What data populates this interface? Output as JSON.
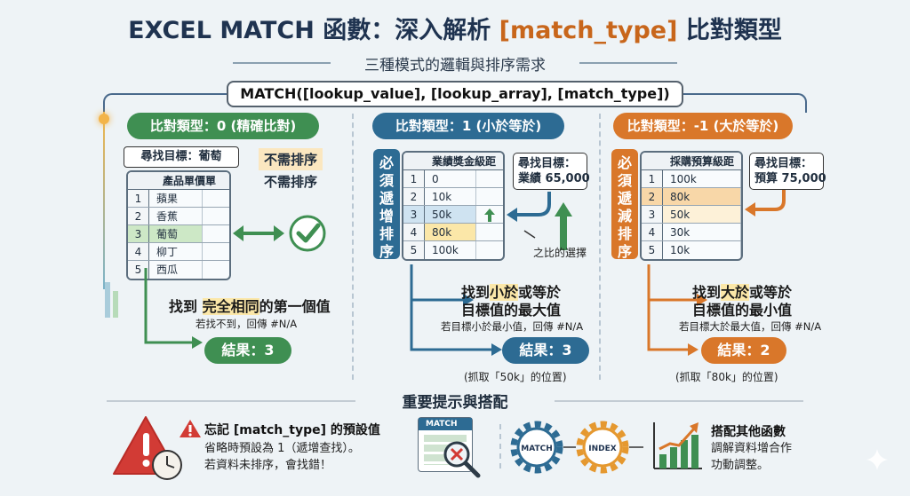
{
  "header": {
    "title_prefix": "EXCEL MATCH 函數：深入解析 ",
    "title_highlight": "[match_type]",
    "title_suffix": " 比對類型",
    "subtitle": "三種模式的邏輯與排序需求",
    "syntax": "MATCH([lookup_value], [lookup_array], [match_type])"
  },
  "columns": [
    {
      "label": "比對類型：0 (精確比對)",
      "lookup_label": "尋找目標：葡萄",
      "sort_note_1": "不需排序",
      "sort_note_2": "不需排序",
      "table_header": "產品單價單",
      "rows": [
        {
          "index": "1",
          "value": "蘋果"
        },
        {
          "index": "2",
          "value": "香蕉"
        },
        {
          "index": "3",
          "value": "葡萄"
        },
        {
          "index": "4",
          "value": "柳丁"
        },
        {
          "index": "5",
          "value": "西瓜"
        }
      ],
      "find_prefix": "找到 ",
      "find_highlight": "完全相同",
      "find_suffix": "的第一個值",
      "note": "若找不到，回傳 #N/A",
      "result": "結果：3",
      "accent": "#3f8f52"
    },
    {
      "label": "比對類型：1 (小於等於)",
      "vertical": "必須遞增排序",
      "lookup_label_1": "尋找目標：",
      "lookup_label_2": "業績 65,000",
      "table_header": "業績獎金級距",
      "rows": [
        {
          "index": "1",
          "value": "0"
        },
        {
          "index": "2",
          "value": "10k"
        },
        {
          "index": "3",
          "value": "50k"
        },
        {
          "index": "4",
          "value": "80k"
        },
        {
          "index": "5",
          "value": "100k"
        }
      ],
      "pick_note": "之比的選擇",
      "find_line1_prefix": "找到",
      "find_line1_highlight": "小於",
      "find_line1_suffix": "或等於",
      "find_line2": "目標值的最大值",
      "note": "若目標小於最小值，回傳 #N/A",
      "result": "結果：3",
      "caption": "(抓取「50k」的位置)",
      "accent": "#2d6b93"
    },
    {
      "label": "比對類型：-1 (大於等於)",
      "vertical": "必須遞減排序",
      "lookup_label_1": "尋找目標：",
      "lookup_label_2": "預算 75,000",
      "table_header": "採購預算級距",
      "rows": [
        {
          "index": "1",
          "value": "100k"
        },
        {
          "index": "2",
          "value": "80k"
        },
        {
          "index": "3",
          "value": "50k"
        },
        {
          "index": "4",
          "value": "30k"
        },
        {
          "index": "5",
          "value": "10k"
        }
      ],
      "find_line1_prefix": "找到",
      "find_line1_highlight": "大於",
      "find_line1_suffix": "或等於",
      "find_line2": "目標值的最小值",
      "note": "若目標大於最大值，回傳 #N/A",
      "result": "結果：2",
      "caption": "(抓取「80k」的位置)",
      "accent": "#d9772a"
    }
  ],
  "tips": {
    "title": "重要提示與搭配",
    "left_title": "忘記 [match_type] 的預設值",
    "left_line1": "省略時預設為 1（遞增查找）。",
    "left_line2": "若資料未排序，會找錯！",
    "match_card_label": "MATCH",
    "gear1_label": "MATCH",
    "gear2_label": "INDEX",
    "right_title": "搭配其他函數",
    "right_line1": "調解資料增合作",
    "right_line2": "功動調整。"
  },
  "colors": {
    "title": "#1f3350",
    "highlight": "#c8661b",
    "green": "#3f8f52",
    "blue": "#2d6b93",
    "orange": "#d9772a",
    "warning_red": "#d23b35",
    "background": "#eef3f6"
  }
}
